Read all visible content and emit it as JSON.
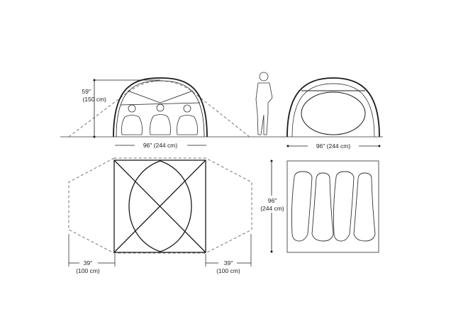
{
  "diagram": {
    "subject": "4-person dome tent dimension diagram",
    "side_view": {
      "height_label": "59\"",
      "height_metric": "(150 cm)",
      "width_label": "96\" (244 cm)",
      "occupants": 3
    },
    "front_view": {
      "width_label": "96\" (244 cm)",
      "reference_figure": "standing-person"
    },
    "floor_plan": {
      "vestibule_left_label": "39\"",
      "vestibule_left_metric": "(100 cm)",
      "vestibule_right_label": "39\"",
      "vestibule_right_metric": "(100 cm)"
    },
    "sleeping_layout": {
      "length_label": "96\"",
      "length_metric": "(244 cm)",
      "sleeping_bags": 4
    },
    "colors": {
      "line": "#1a1a1a",
      "ground": "#999999",
      "dashed": "#777777"
    }
  }
}
